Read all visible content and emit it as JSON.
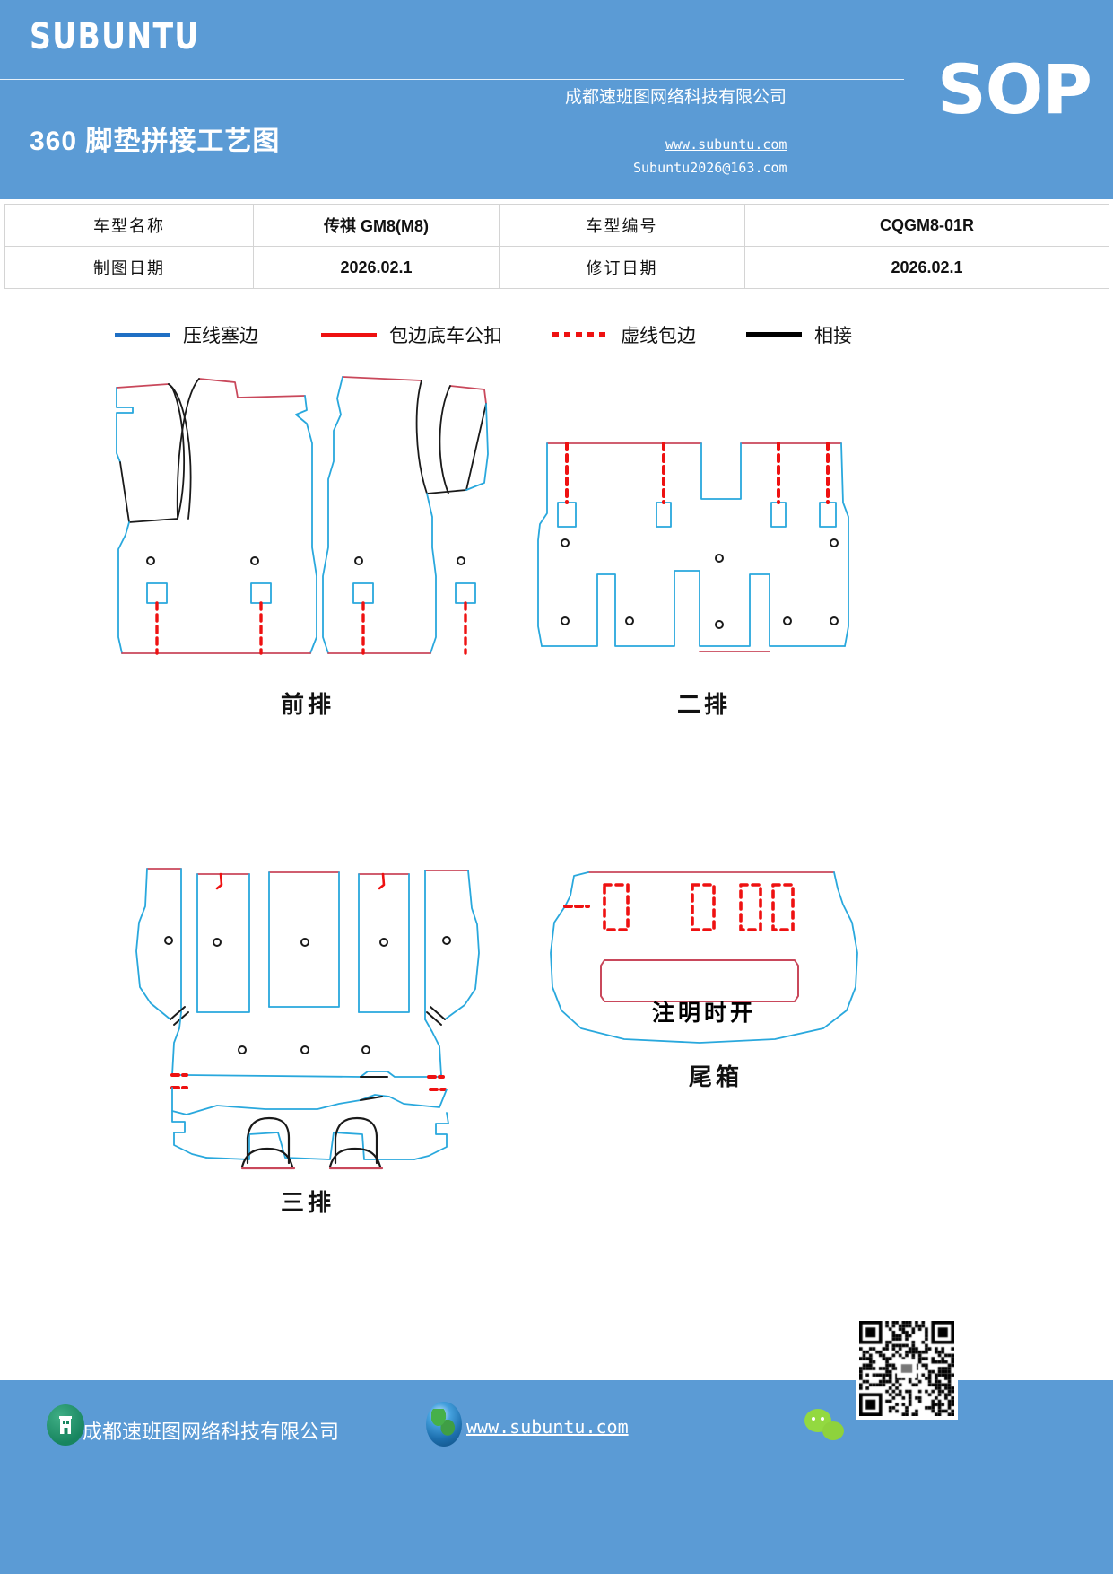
{
  "header": {
    "brand": "SUBUNTU",
    "sop": "SOP",
    "doc_title": "360 脚垫拼接工艺图",
    "company": "成都速班图网络科技有限公司",
    "website": "www.subuntu.com",
    "email": "Subuntu2026@163.com",
    "bg_color": "#5b9bd5"
  },
  "info_table": {
    "rows": [
      {
        "label1": "车型名称",
        "value1": "传祺 GM8(M8)",
        "label2": "车型编号",
        "value2": "CQGM8-01R"
      },
      {
        "label1": "制图日期",
        "value1": "2026.02.1",
        "label2": "修订日期",
        "value2": "2026.02.1"
      }
    ]
  },
  "legend": {
    "items": [
      {
        "label": "压线塞边",
        "style": "solid",
        "color": "#1f6fc4"
      },
      {
        "label": "包边底车公扣",
        "style": "solid",
        "color": "#ee1111"
      },
      {
        "label": "虚线包边",
        "style": "dotted",
        "color": "#ee1111"
      },
      {
        "label": "相接",
        "style": "solid",
        "color": "#000000"
      }
    ]
  },
  "diagrams": {
    "front_row": {
      "caption": "前排"
    },
    "second_row": {
      "caption": "二排"
    },
    "third_row": {
      "caption": "三排"
    },
    "trunk": {
      "caption": "尾箱",
      "note_text": "注明时开"
    }
  },
  "colors": {
    "mat_outline_blue": "#29a8dd",
    "mat_outline_red": "#c9485b",
    "dotted_red": "#ee1111",
    "seam_black": "#1a1a1a"
  },
  "footer": {
    "company": "成都速班图网络科技有限公司",
    "website": "www.subuntu.com",
    "bg_color": "#5b9bd5"
  }
}
